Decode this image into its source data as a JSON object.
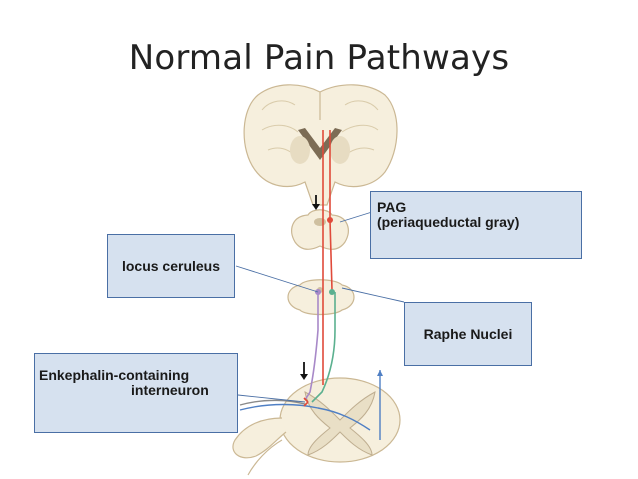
{
  "title": "Normal Pain Pathways",
  "labels": {
    "pag_line1": "PAG",
    "pag_line2": "(periaqueductal gray)",
    "locus": "locus ceruleus",
    "raphe": "Raphe Nuclei",
    "enk_line1": "Enkephalin-containing",
    "enk_line2": "interneuron"
  },
  "colors": {
    "tissue": "#f6efdd",
    "tissue_outline": "#cbb894",
    "gray_matter": "#bfae90",
    "callout_fill": "#d6e1ef",
    "callout_border": "#4a6fa5",
    "pathway_red": "#e04a3a",
    "pathway_purple": "#a889c8",
    "pathway_green": "#5bb08f",
    "pathway_blue": "#4f7fc4",
    "pathway_gray": "#8a8a8a"
  }
}
